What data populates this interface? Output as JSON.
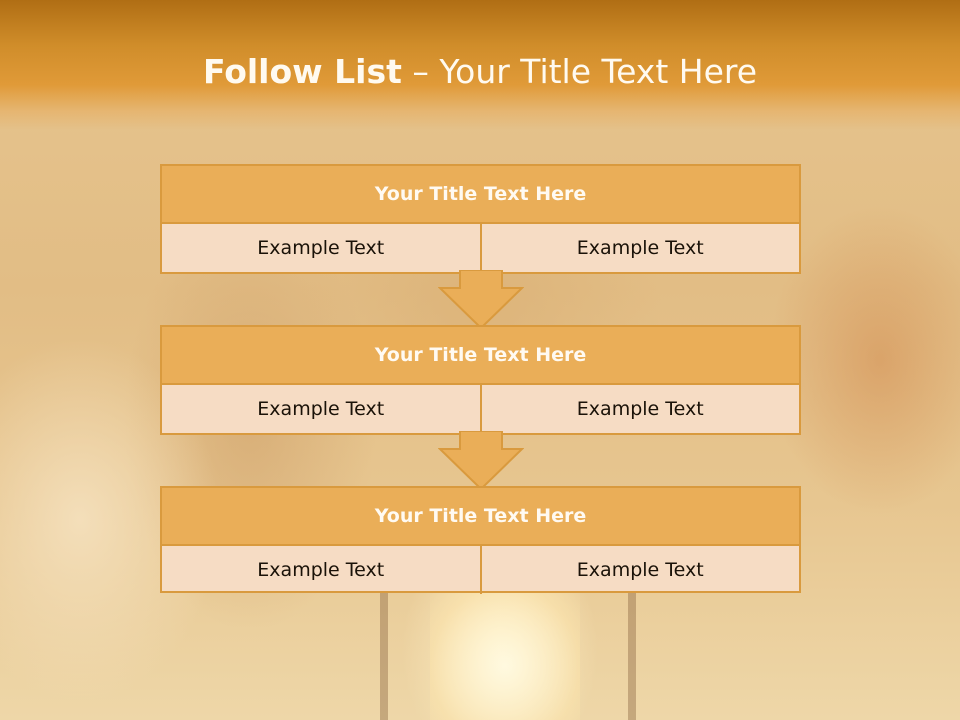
{
  "slide": {
    "title_bold": "Follow List",
    "title_rest": " – Your Title Text Here"
  },
  "blocks": [
    {
      "title": "Your Title Text Here",
      "cells": [
        "Example Text",
        "Example Text"
      ]
    },
    {
      "title": "Your Title Text Here",
      "cells": [
        "Example Text",
        "Example Text"
      ]
    },
    {
      "title": "Your Title Text Here",
      "cells": [
        "Example Text",
        "Example Text"
      ]
    }
  ],
  "colors": {
    "header": "#d08d2a",
    "block_title": "#eaae58",
    "block_body": "#f6dcc4",
    "border": "#d99a3e"
  }
}
